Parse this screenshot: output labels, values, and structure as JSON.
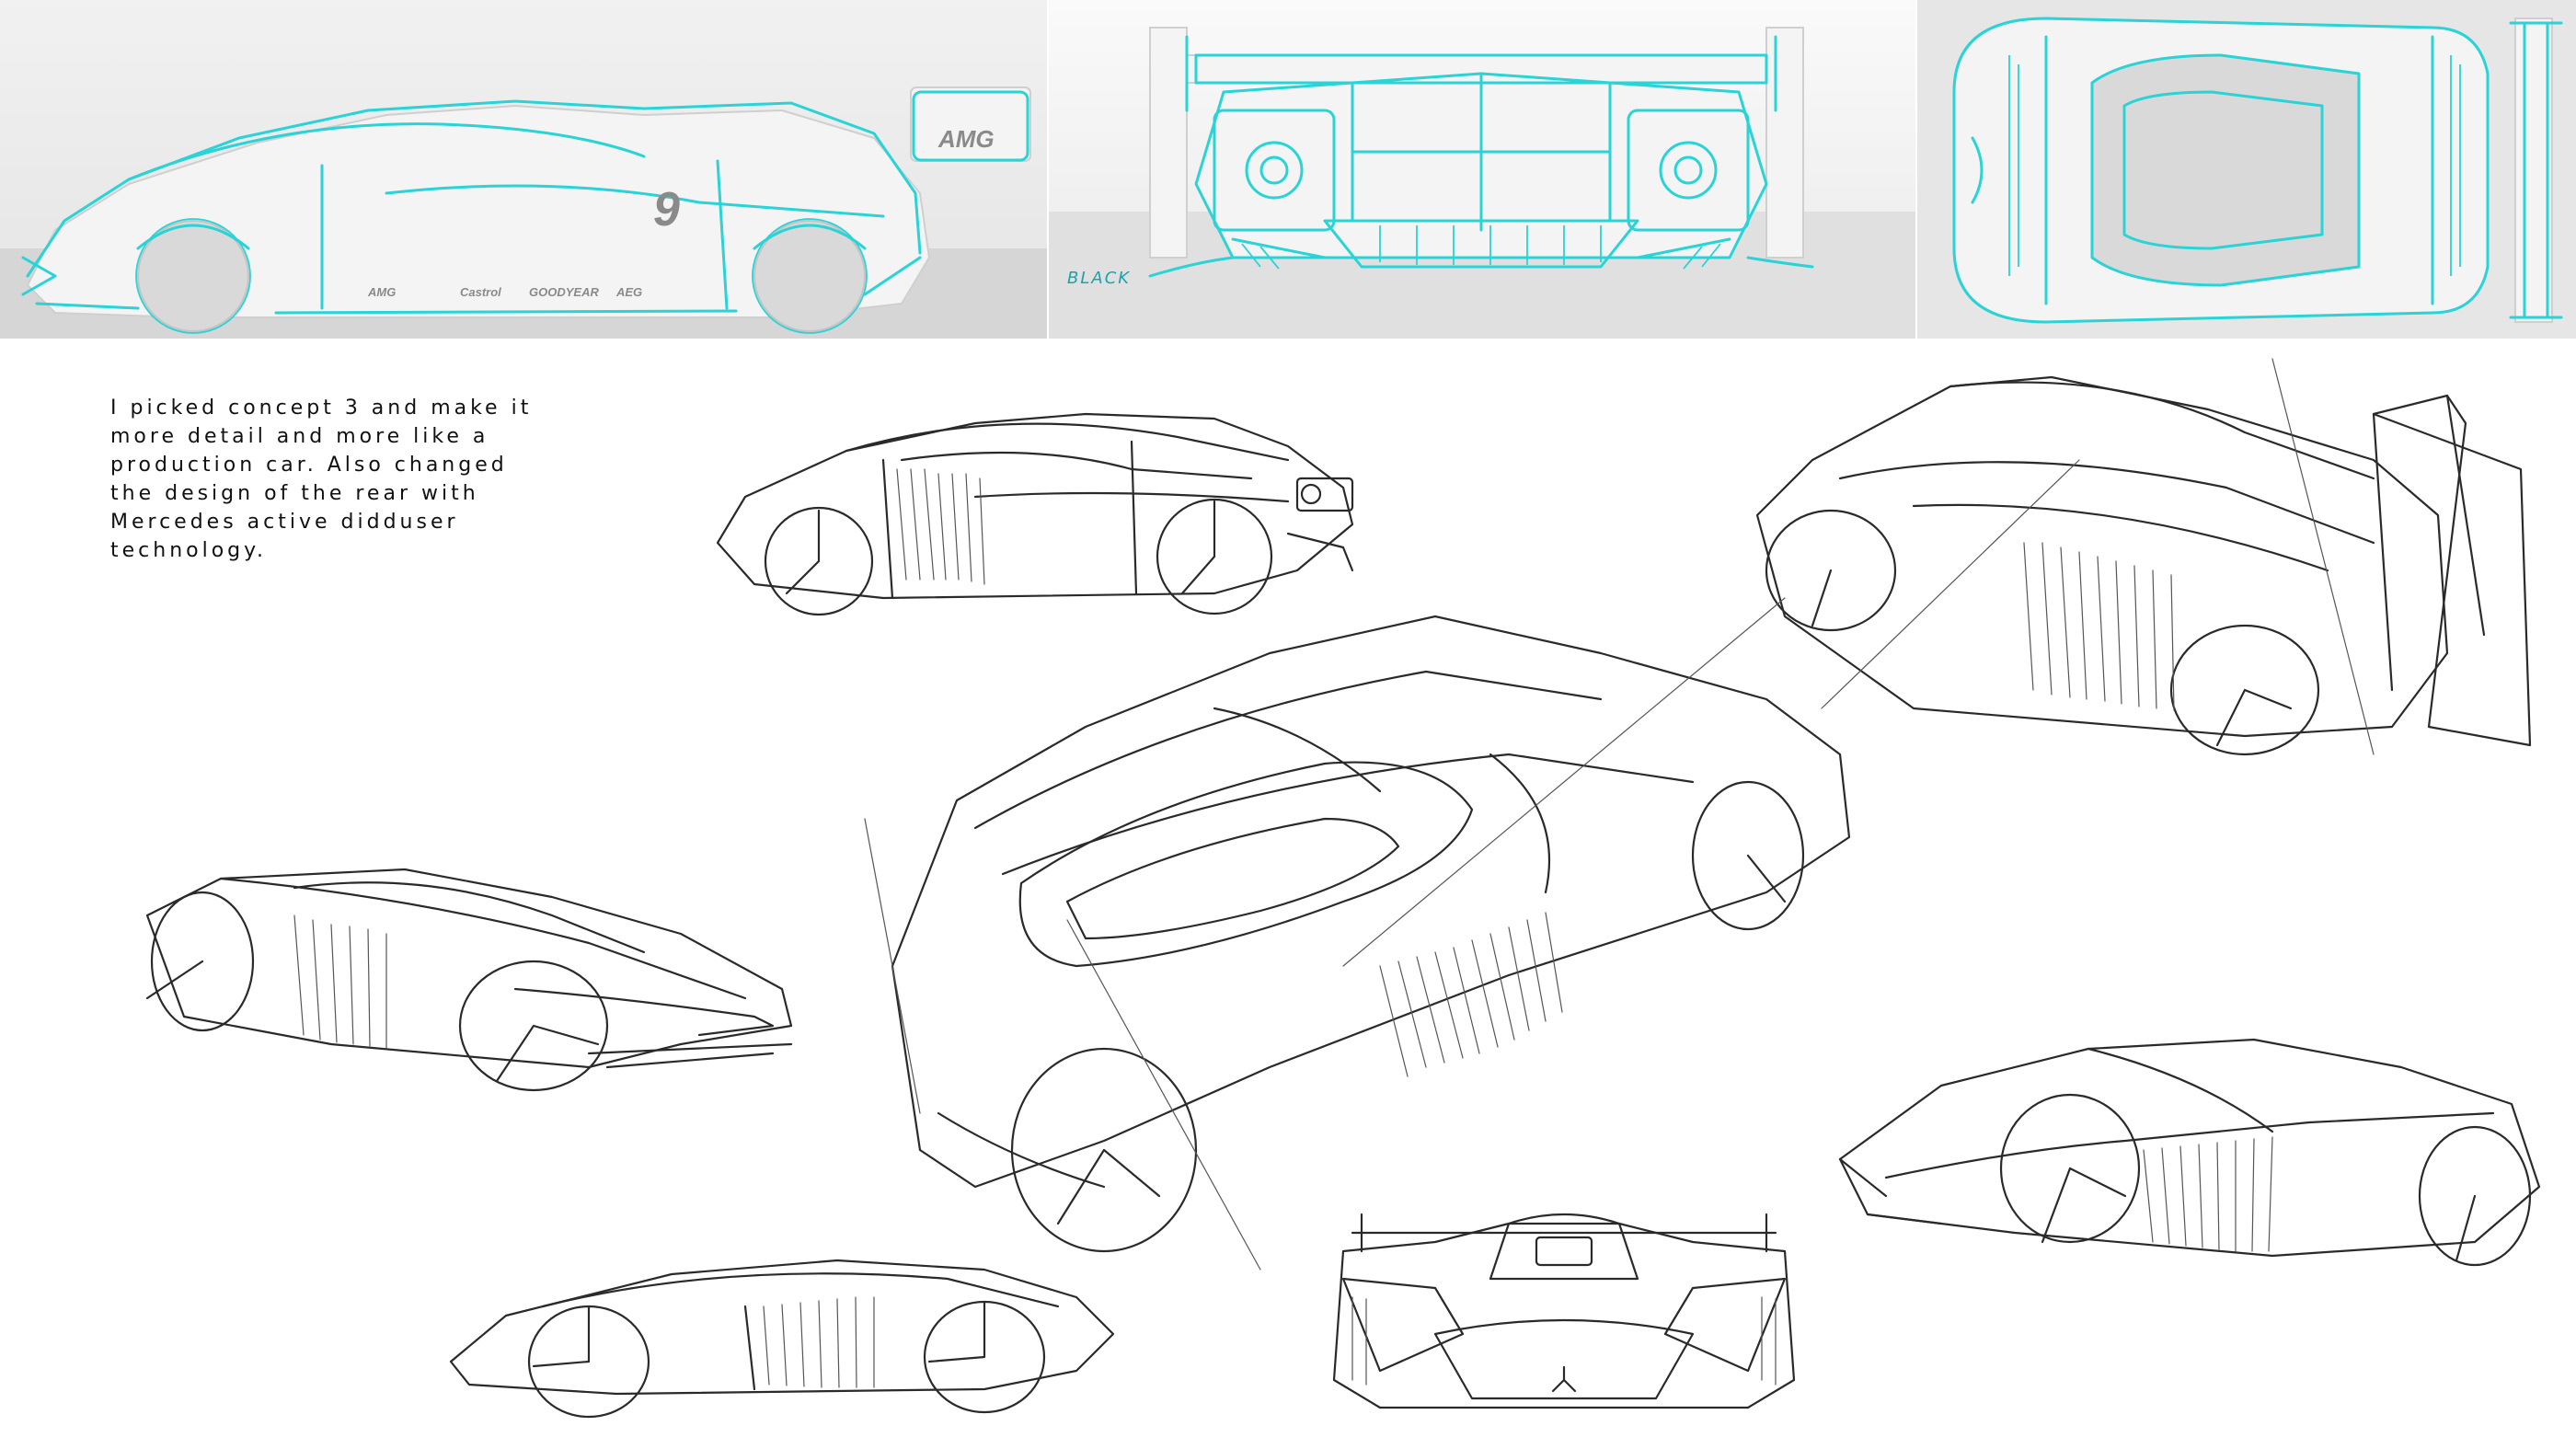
{
  "caption": {
    "text": "I picked concept 3 and make it\nmore detail and more like a\nproduction car. Also changed\nthe design of the rear with\nMercedes active didduser\ntechnology."
  },
  "reference_panels": {
    "side": {
      "livery_amg": "AMG",
      "livery_number": "9",
      "sponsors": [
        "AMG",
        "Castrol",
        "GOODYEAR",
        "AEG"
      ]
    },
    "rear": {
      "annotation": "BLACK"
    }
  },
  "colors": {
    "overlay_accent": "#29d3d6",
    "pencil": "#2a2a2a",
    "background": "#ffffff",
    "panel_bg": "#ececec"
  },
  "sketches": [
    {
      "name": "side-profile-sketch-top"
    },
    {
      "name": "three-quarter-rear-sketch-top-right"
    },
    {
      "name": "hero-overhead-sketch"
    },
    {
      "name": "front-three-quarter-sketch-left"
    },
    {
      "name": "rear-three-quarter-sketch-right"
    },
    {
      "name": "side-profile-sketch-bottom"
    },
    {
      "name": "front-view-sketch"
    }
  ]
}
